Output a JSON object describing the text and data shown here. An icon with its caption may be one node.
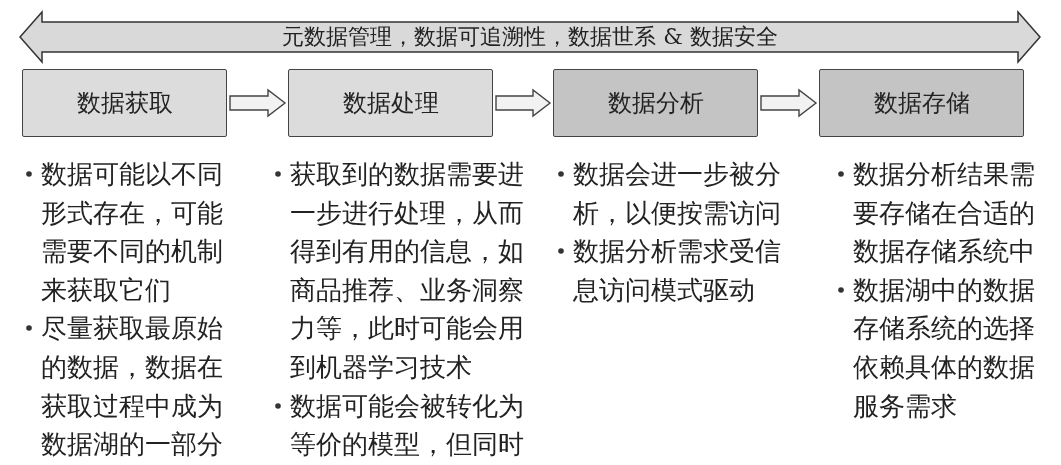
{
  "diagram": {
    "nodes": [
      {
        "text": [
          "元数据管理，数据可追溯性，数据世系 & 数据安全"
        ]
      },
      {
        "text": [
          "数据获取"
        ],
        "beside": [
          "数据可能以不同形式存在，可能需要不同的机制来获取它们",
          "尽量获取最原始的数据，数据在获取过程中成为数据湖的一部分"
        ]
      },
      {
        "text": [
          "数据处理"
        ],
        "beside": [
          "获取到的数据需要进一步进行处理，从而得到有用的信息，如商品推荐、业务洞察力等，此时可能会用到机器学习技术",
          "数据可能会被转化为等价的模型，但同时"
        ]
      },
      {
        "text": [
          "数据分析"
        ],
        "beside": [
          "数据会进一步被分析，以便按需访问",
          "数据分析需求受信息访问模式驱动"
        ]
      },
      {
        "text": [
          "数据存储"
        ],
        "beside": [
          "数据分析结果需要存储在合适的数据存储系统中",
          "数据湖中的数据存储系统的选择依赖具体的数据服务需求"
        ]
      }
    ],
    "edges": [
      {
        "from": 1,
        "to": 2,
        "arrow": "to"
      },
      {
        "from": 2,
        "to": 3,
        "arrow": "to"
      },
      {
        "from": 3,
        "to": 4,
        "arrow": "to"
      }
    ]
  }
}
